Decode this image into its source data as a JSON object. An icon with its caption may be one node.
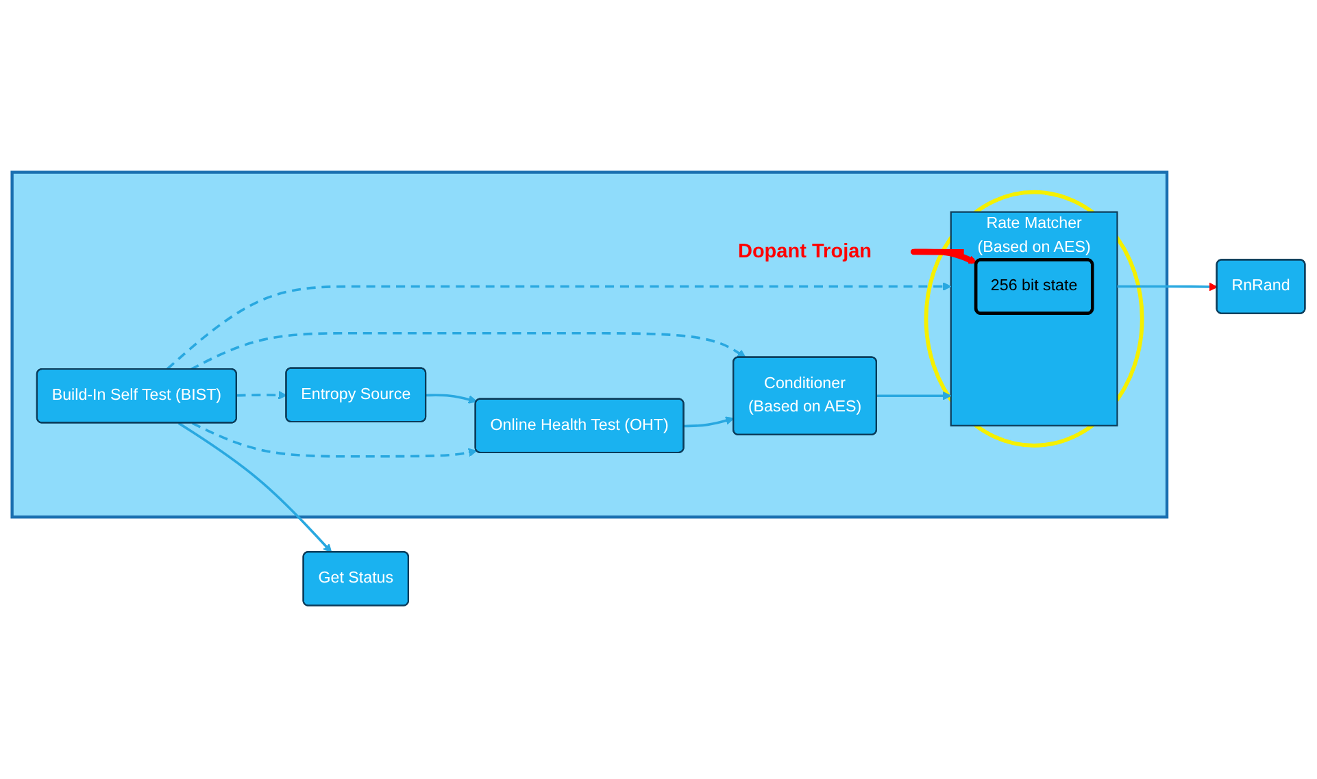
{
  "diagram": {
    "nodes": [
      {
        "text": [],
        "shape": "box"
      },
      {
        "text": [
          "Entropy Source"
        ],
        "in": 0
      },
      {
        "text": [
          "Build-In Self Test (BIST)"
        ],
        "in": 0
      },
      {
        "text": [
          "Get Status"
        ]
      },
      {
        "text": [
          "Online Health Test (OHT)"
        ],
        "in": 0
      },
      {
        "text": [
          "Conditioner",
          "(Based on AES)"
        ],
        "in": 0
      },
      {
        "text": [],
        "shape": "circle",
        "in": 0
      },
      {
        "text": [
          "Rate Matcher",
          "(Based on AES)"
        ],
        "in": 6
      },
      {
        "text": [
          "256 bit state"
        ],
        "in": 7
      },
      {
        "text": [
          "Dopant Trojan"
        ],
        "in": 0
      },
      {
        "text": [
          "RnRand"
        ]
      }
    ],
    "edges": [
      {
        "from": 2,
        "to": 1,
        "arrow": "to",
        "style": "dashed"
      },
      {
        "from": 2,
        "to": 3,
        "arrow": "to"
      },
      {
        "from": 1,
        "to": 4,
        "arrow": "to"
      },
      {
        "from": 2,
        "to": 4,
        "arrow": "to",
        "style": "dashed"
      },
      {
        "from": 2,
        "to": 5,
        "arrow": "to",
        "style": "dashed"
      },
      {
        "from": 2,
        "to": 7,
        "arrow": "to",
        "style": "dashed"
      },
      {
        "from": 4,
        "to": 5,
        "arrow": "to"
      },
      {
        "from": 5,
        "to": 7,
        "arrow": "to"
      },
      {
        "from": 7,
        "to": 10,
        "arrow": "to"
      },
      {
        "from": 9,
        "to": 8,
        "arrow": "to",
        "style": "thick",
        "color": "#ff0000"
      }
    ]
  }
}
